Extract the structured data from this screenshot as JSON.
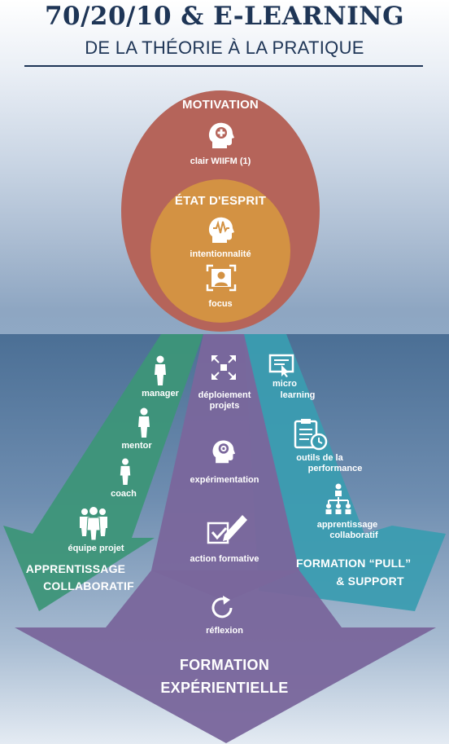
{
  "header": {
    "title": "70/20/10 & E-LEARNING",
    "subtitle": "DE LA THÉORIE À LA PRATIQUE"
  },
  "motivation": {
    "heading": "MOTIVATION",
    "item": "clair WIIFM (1)"
  },
  "etat_esprit": {
    "heading": "ÉTAT D'ESPRIT",
    "items": [
      "intentionnalité",
      "focus"
    ]
  },
  "collaboratif": {
    "roles": [
      "manager",
      "mentor",
      "coach",
      "équipe projet"
    ],
    "heading_line1": "APPRENTISSAGE",
    "heading_line2": "COLLABORATIF"
  },
  "centre": {
    "items": [
      "déploiement",
      "projets",
      "expérimentation",
      "action formative"
    ]
  },
  "support": {
    "items": [
      "micro",
      "learning",
      "outils de la",
      "performance",
      "apprentissage",
      "collaboratif"
    ],
    "heading_line1": "FORMATION “PULL”",
    "heading_line2": "& SUPPORT"
  },
  "experientielle": {
    "reflexion": "réflexion",
    "heading_line1": "FORMATION",
    "heading_line2": "EXPÉRIENTIELLE"
  },
  "colors": {
    "title": "#1e3556",
    "motivation": "#b5645a",
    "etat_esprit": "#d39243",
    "collaboratif": "#3d9578",
    "support": "#3a9cb0",
    "experientielle": "#7a679c"
  },
  "icons": [
    "head-plus-icon",
    "head-wave-icon",
    "focus-frame-icon",
    "person-icon",
    "group-icon",
    "expand-arrows-icon",
    "head-gear-icon",
    "checkbox-pencil-icon",
    "cycle-arrow-icon",
    "screen-cursor-icon",
    "clipboard-clock-icon",
    "network-people-icon"
  ]
}
